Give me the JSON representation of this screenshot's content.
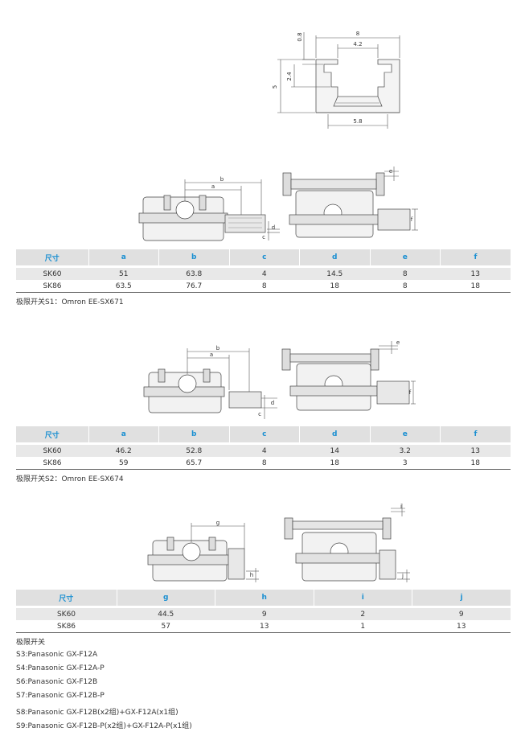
{
  "profile_dims": {
    "width": "8",
    "slot": "4.2",
    "top_thickness": "0.8",
    "depth": "2.4",
    "height": "5",
    "bottom": "5.8"
  },
  "diagram_labels": {
    "a": "a",
    "b": "b",
    "c": "c",
    "d": "d",
    "e": "e",
    "f": "f",
    "g": "g",
    "h": "h",
    "i": "i",
    "j": "j"
  },
  "table1": {
    "headers": [
      "尺寸",
      "a",
      "b",
      "c",
      "d",
      "e",
      "f"
    ],
    "rows": [
      [
        "SK60",
        "51",
        "63.8",
        "4",
        "14.5",
        "8",
        "13"
      ],
      [
        "SK86",
        "63.5",
        "76.7",
        "8",
        "18",
        "8",
        "18"
      ]
    ],
    "caption": "极限开关S1：Omron EE-SX671"
  },
  "table2": {
    "headers": [
      "尺寸",
      "a",
      "b",
      "c",
      "d",
      "e",
      "f"
    ],
    "rows": [
      [
        "SK60",
        "46.2",
        "52.8",
        "4",
        "14",
        "3.2",
        "13"
      ],
      [
        "SK86",
        "59",
        "65.7",
        "8",
        "18",
        "3",
        "18"
      ]
    ],
    "caption": "极限开关S2：Omron EE-SX674"
  },
  "table3": {
    "headers": [
      "尺寸",
      "g",
      "h",
      "i",
      "j"
    ],
    "rows": [
      [
        "SK60",
        "44.5",
        "9",
        "2",
        "9"
      ],
      [
        "SK86",
        "57",
        "13",
        "1",
        "13"
      ]
    ],
    "caption": "极限开关"
  },
  "switches": [
    "S3:Panasonic GX-F12A",
    "S4:Panasonic GX-F12A-P",
    "S6:Panasonic GX-F12B",
    "S7:Panasonic GX-F12B-P",
    "S8:Panasonic GX-F12B(x2组)+GX-F12A(x1组)",
    "S9:Panasonic GX-F12B-P(x2组)+GX-F12A-P(x1组)"
  ]
}
